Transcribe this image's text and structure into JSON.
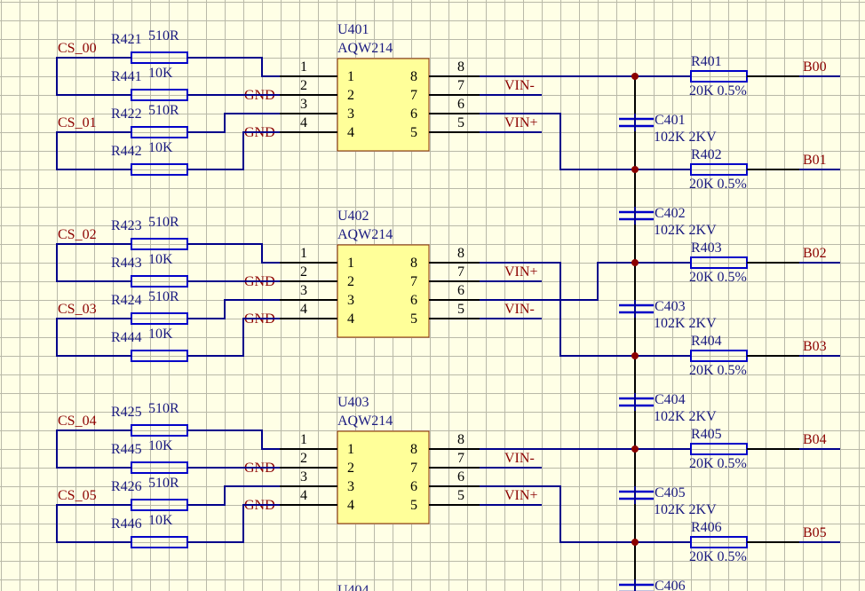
{
  "schematic": {
    "title": "AQW214 relay channel schematic",
    "colors": {
      "background": "#ffffe6",
      "grid": "#b9b9a8",
      "wire": "#00008b",
      "pin": "#000000",
      "component_outline": "#0000c8",
      "net_label": "#8b0000",
      "designator": "#1a1a80",
      "chip_fill": "#ffff99",
      "junction": "#8b0000"
    },
    "blocks": [
      {
        "chip": {
          "ref": "U401",
          "part": "AQW214"
        },
        "left_pins": [
          "1",
          "2",
          "3",
          "4"
        ],
        "right_pins": [
          "8",
          "7",
          "6",
          "5"
        ],
        "outer_pin_numbers_left": [
          "1",
          "2",
          "3",
          "4"
        ],
        "outer_pin_numbers_right": [
          "8",
          "7",
          "6",
          "5"
        ],
        "gnd_labels": [
          "GND",
          "GND"
        ],
        "vin_labels": [
          "VIN-",
          "VIN+"
        ],
        "inputs": [
          {
            "net": "CS_00",
            "series": {
              "ref": "R421",
              "value": "510R"
            },
            "pulldown": {
              "ref": "R441",
              "value": "10K"
            }
          },
          {
            "net": "CS_01",
            "series": {
              "ref": "R422",
              "value": "510R"
            },
            "pulldown": {
              "ref": "R442",
              "value": "10K"
            }
          }
        ]
      },
      {
        "chip": {
          "ref": "U402",
          "part": "AQW214"
        },
        "left_pins": [
          "1",
          "2",
          "3",
          "4"
        ],
        "right_pins": [
          "8",
          "7",
          "6",
          "5"
        ],
        "outer_pin_numbers_left": [
          "1",
          "2",
          "3",
          "4"
        ],
        "outer_pin_numbers_right": [
          "8",
          "7",
          "6",
          "5"
        ],
        "gnd_labels": [
          "GND",
          "GND"
        ],
        "vin_labels": [
          "VIN+",
          "VIN-"
        ],
        "inputs": [
          {
            "net": "CS_02",
            "series": {
              "ref": "R423",
              "value": "510R"
            },
            "pulldown": {
              "ref": "R443",
              "value": "10K"
            }
          },
          {
            "net": "CS_03",
            "series": {
              "ref": "R424",
              "value": "510R"
            },
            "pulldown": {
              "ref": "R444",
              "value": "10K"
            }
          }
        ]
      },
      {
        "chip": {
          "ref": "U403",
          "part": "AQW214"
        },
        "left_pins": [
          "1",
          "2",
          "3",
          "4"
        ],
        "right_pins": [
          "8",
          "7",
          "6",
          "5"
        ],
        "outer_pin_numbers_left": [
          "1",
          "2",
          "3",
          "4"
        ],
        "outer_pin_numbers_right": [
          "8",
          "7",
          "6",
          "5"
        ],
        "gnd_labels": [
          "GND",
          "GND"
        ],
        "vin_labels": [
          "VIN-",
          "VIN+"
        ],
        "inputs": [
          {
            "net": "CS_04",
            "series": {
              "ref": "R425",
              "value": "510R"
            },
            "pulldown": {
              "ref": "R445",
              "value": "10K"
            }
          },
          {
            "net": "CS_05",
            "series": {
              "ref": "R426",
              "value": "510R"
            },
            "pulldown": {
              "ref": "R446",
              "value": "10K"
            }
          }
        ]
      }
    ],
    "outputs": [
      {
        "resistor": {
          "ref": "R401",
          "value": "20K 0.5%"
        },
        "net": "B00"
      },
      {
        "resistor": {
          "ref": "R402",
          "value": "20K 0.5%"
        },
        "net": "B01"
      },
      {
        "resistor": {
          "ref": "R403",
          "value": "20K 0.5%"
        },
        "net": "B02"
      },
      {
        "resistor": {
          "ref": "R404",
          "value": "20K 0.5%"
        },
        "net": "B03"
      },
      {
        "resistor": {
          "ref": "R405",
          "value": "20K 0.5%"
        },
        "net": "B04"
      },
      {
        "resistor": {
          "ref": "R406",
          "value": "20K 0.5%"
        },
        "net": "B05"
      }
    ],
    "capacitors": [
      {
        "ref": "C401",
        "value": "102K 2KV"
      },
      {
        "ref": "C402",
        "value": "102K 2KV"
      },
      {
        "ref": "C403",
        "value": "102K 2KV"
      },
      {
        "ref": "C404",
        "value": "102K 2KV"
      },
      {
        "ref": "C405",
        "value": "102K 2KV"
      },
      {
        "ref": "C406",
        "value": ""
      }
    ],
    "partial_chip": {
      "ref": "U404"
    }
  }
}
